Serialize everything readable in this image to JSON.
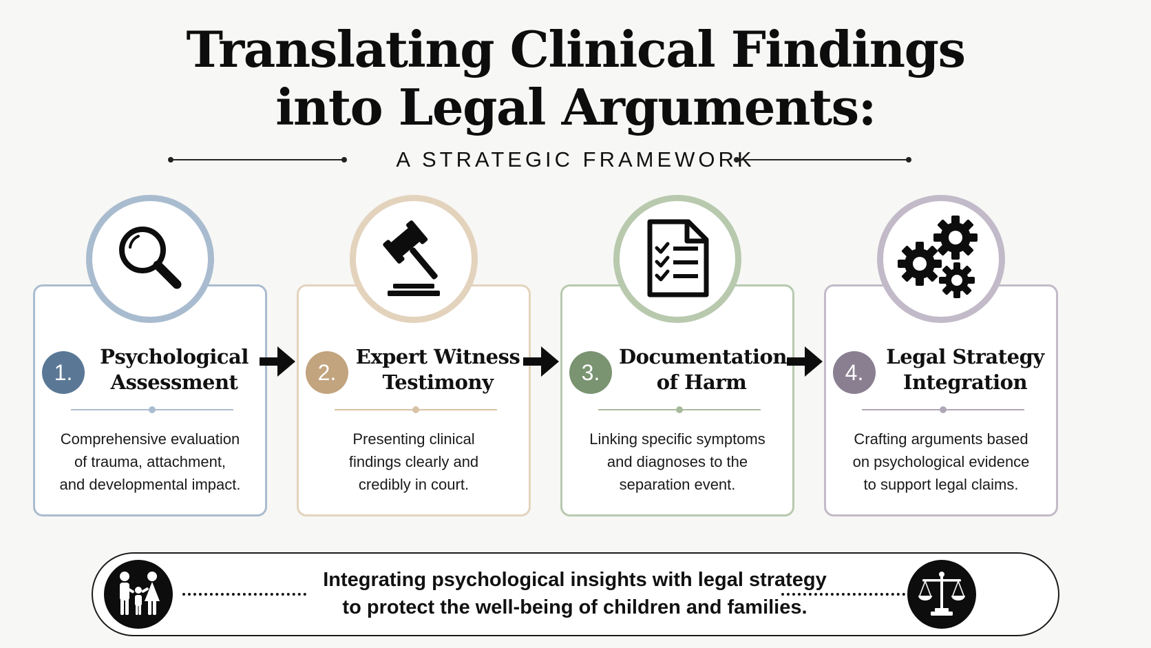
{
  "header": {
    "title_line1": "Translating Clinical Findings",
    "title_line2": "into Legal Arguments:",
    "subtitle": "A STRATEGIC FRAMEWORK"
  },
  "colors": {
    "step1": "#5a7896",
    "step1_light": "#a9bccf",
    "step2": "#c2a47f",
    "step2_light": "#e3d3bd",
    "step3": "#7a9371",
    "step3_light": "#b8c9ae",
    "step4": "#8a7f91",
    "step4_light": "#c2bac8"
  },
  "steps": [
    {
      "number": "1.",
      "title_line1": "Psychological",
      "title_line2": "Assessment",
      "desc_line1": "Comprehensive evaluation",
      "desc_line2": "of trauma, attachment,",
      "desc_line3": "and developmental impact.",
      "icon": "magnifying-glass-icon"
    },
    {
      "number": "2.",
      "title_line1": "Expert Witness",
      "title_line2": "Testimony",
      "desc_line1": "Presenting clinical",
      "desc_line2": "findings clearly and",
      "desc_line3": "credibly in court.",
      "icon": "gavel-icon"
    },
    {
      "number": "3.",
      "title_line1": "Documentation",
      "title_line2": "of Harm",
      "desc_line1": "Linking specific symptoms",
      "desc_line2": "and diagnoses to the",
      "desc_line3": "separation event.",
      "icon": "checklist-document-icon"
    },
    {
      "number": "4.",
      "title_line1": "Legal Strategy",
      "title_line2": "Integration",
      "desc_line1": "Crafting arguments based",
      "desc_line2": "on psychological evidence",
      "desc_line3": "to support legal claims.",
      "icon": "gears-icon"
    }
  ],
  "footer": {
    "line1": "Integrating psychological insights with legal strategy",
    "line2": "to protect the well-being of children and families.",
    "left_icon": "family-icon",
    "right_icon": "scales-of-justice-icon"
  }
}
